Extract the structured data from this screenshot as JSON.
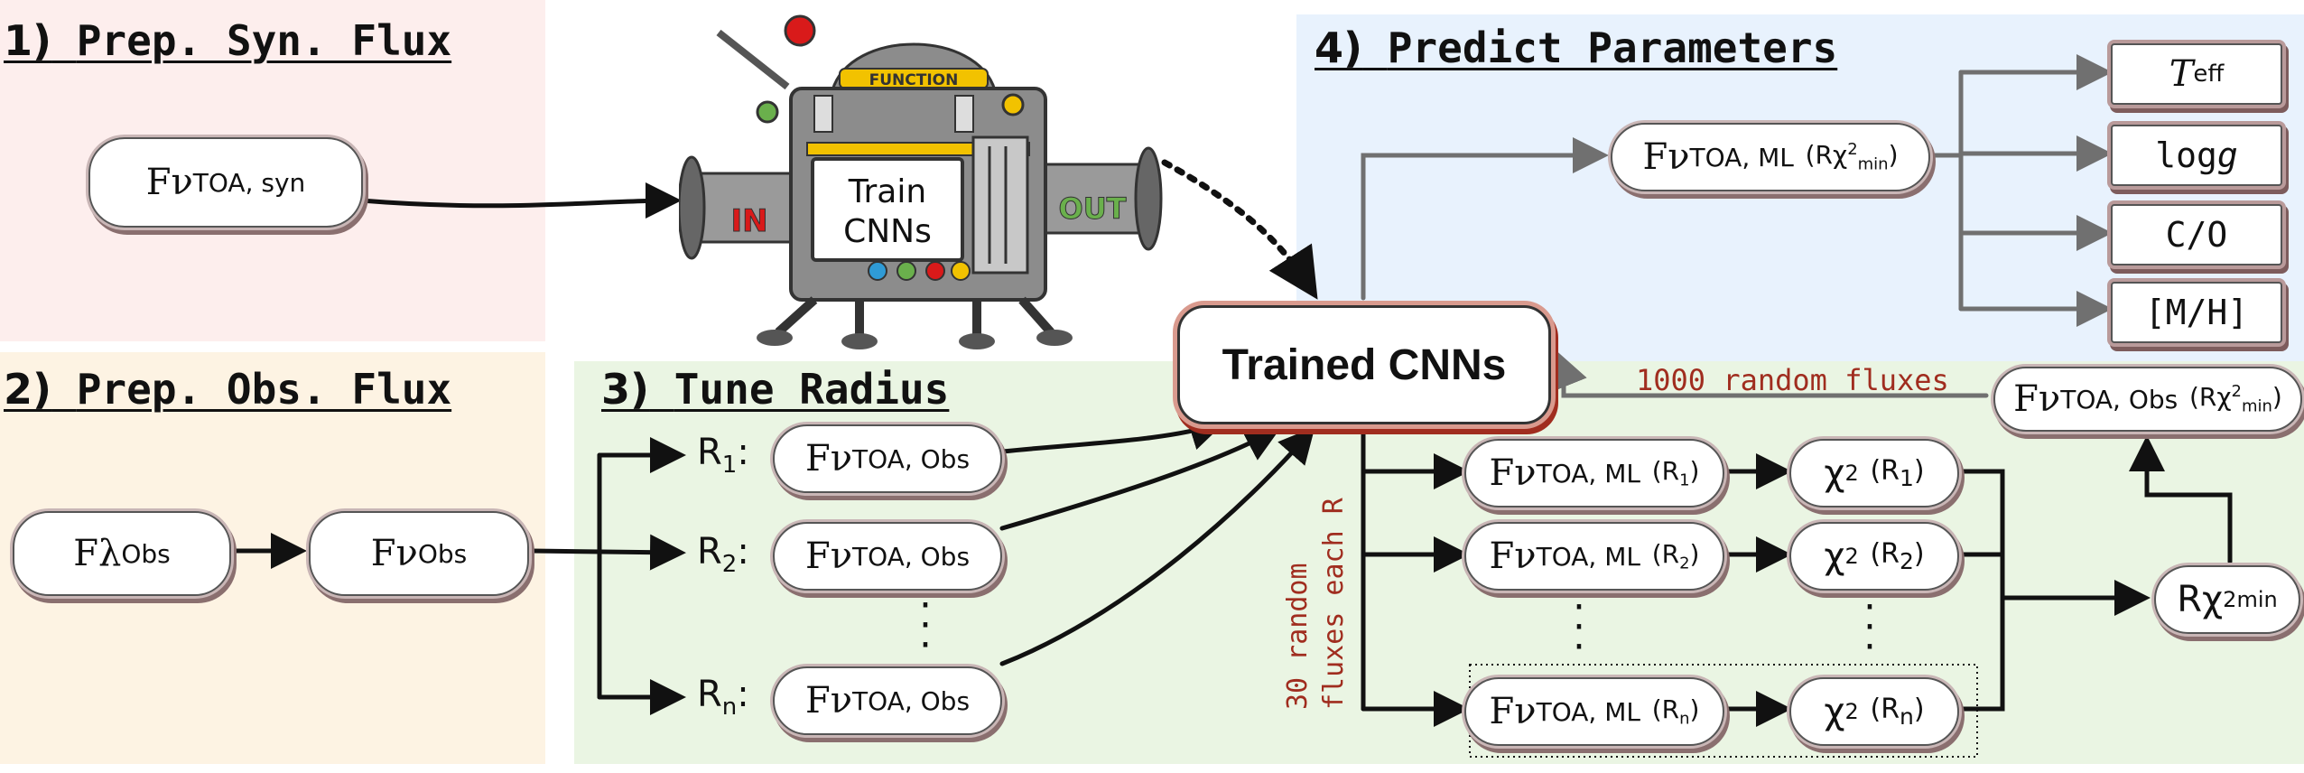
{
  "colors": {
    "panel1": "#fdeeed",
    "panel2": "#fdf3e3",
    "panel3": "#eaf5e3",
    "panel4": "#e8f2fd",
    "accent_red": "#a02d1f"
  },
  "panels": {
    "p1": {
      "num": "1)",
      "title": "Prep. Syn. Flux"
    },
    "p2": {
      "num": "2)",
      "title": "Prep. Obs. Flux"
    },
    "p3": {
      "num": "3)",
      "title": "Tune Radius"
    },
    "p4": {
      "num": "4)",
      "title": "Predict Parameters"
    }
  },
  "flux": {
    "syn": {
      "base": "Fν",
      "sup": "TOA, syn"
    },
    "lambda_obs": {
      "base": "Fλ",
      "sup": "Obs"
    },
    "nu_obs": {
      "base": "Fν",
      "sup": "Obs"
    },
    "toa_obs": {
      "base": "Fν",
      "sup": "TOA, Obs"
    },
    "ml_rchi": {
      "base": "Fν",
      "sup": "TOA, ML",
      "arg": "(Rχ",
      "arg2": "2",
      "arg3": "min",
      "close": ")"
    },
    "obs_rchi": {
      "base": "Fν",
      "sup": "TOA, Obs",
      "arg": "(Rχ",
      "arg2": "2",
      "arg3": "min",
      "close": ")"
    },
    "ml_r1": {
      "base": "Fν",
      "sup": "TOA, ML",
      "arg": "(R",
      "sub": "1",
      "close": ")"
    },
    "ml_r2": {
      "base": "Fν",
      "sup": "TOA, ML",
      "arg": "(R",
      "sub": "2",
      "close": ")"
    },
    "ml_rn": {
      "base": "Fν",
      "sup": "TOA, ML",
      "arg": "(R",
      "sub": "n",
      "close": ")"
    }
  },
  "chi": {
    "r1": {
      "base": "χ",
      "sup": "2",
      "arg": "(R",
      "sub": "1",
      "close": ")"
    },
    "r2": {
      "base": "χ",
      "sup": "2",
      "arg": "(R",
      "sub": "2",
      "close": ")"
    },
    "rn": {
      "base": "χ",
      "sup": "2",
      "arg": "(R",
      "sub": "n",
      "close": ")"
    }
  },
  "radius_labels": {
    "r1": {
      "base": "R",
      "sub": "1",
      "colon": ":"
    },
    "r2": {
      "base": "R",
      "sub": "2",
      "colon": ":"
    },
    "rn": {
      "base": "R",
      "sub": "n",
      "colon": ":"
    }
  },
  "rchimin": {
    "base": "Rχ",
    "sup": "2",
    "sub": "min"
  },
  "machine": {
    "function_label": "FUNCTION",
    "screen": "Train\nCNNs",
    "in_label": "IN",
    "out_label": "OUT"
  },
  "trained": {
    "label": "Trained CNNs"
  },
  "random_1000": "1000 random fluxes",
  "random_30_line1": "30 random",
  "random_30_line2": "fluxes each R",
  "params": {
    "teff_base": "T",
    "teff_sub": "eff",
    "logg_mono": "log",
    "logg_italic": "g",
    "co": "C/O",
    "mh": "[M/H]"
  }
}
